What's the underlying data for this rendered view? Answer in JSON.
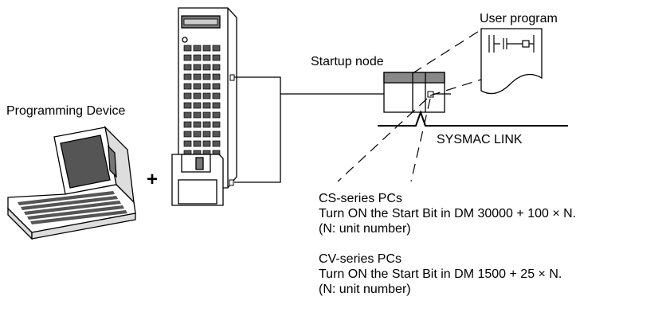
{
  "labels": {
    "user_program": "User program",
    "startup_node": "Startup node",
    "programming_device": "Programming Device",
    "plus": "+",
    "sysmac_link": "SYSMAC LINK"
  },
  "notes": {
    "cs": {
      "title": "CS-series PCs",
      "line1": "Turn ON the Start Bit in DM 30000 + 100 × N.",
      "line2": "(N: unit number)"
    },
    "cv": {
      "title": "CV-series PCs",
      "line1": "Turn ON the Start Bit in DM 1500 + 25 × N.",
      "line2": "(N: unit number)"
    }
  },
  "icons": [
    "handheld-programming-console-icon",
    "laptop-computer-icon",
    "floppy-disk-icon",
    "pc-unit-icon",
    "user-program-sheet-icon",
    "ladder-diagram-icon"
  ]
}
